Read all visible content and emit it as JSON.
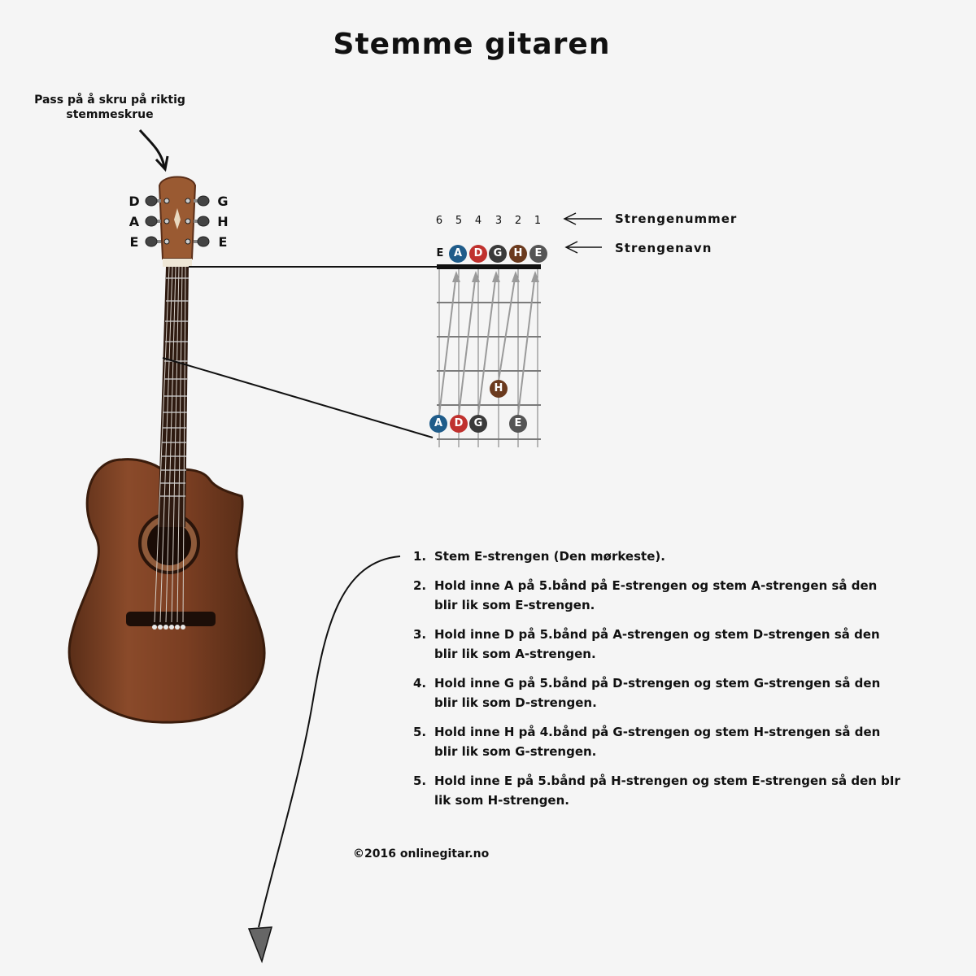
{
  "title": "Stemme gitaren",
  "note": "Pass på å skru på riktig stemmeskrue",
  "tuners": {
    "left": [
      "D",
      "A",
      "E"
    ],
    "right": [
      "G",
      "H",
      "E"
    ]
  },
  "labels": {
    "string_number": "Strengenummer",
    "string_name": "Strengenavn"
  },
  "string_numbers": [
    "6",
    "5",
    "4",
    "3",
    "2",
    "1"
  ],
  "open_strings": [
    {
      "name": "E",
      "color": ""
    },
    {
      "name": "A",
      "color": "#1f5c8a"
    },
    {
      "name": "D",
      "color": "#c0312e"
    },
    {
      "name": "G",
      "color": "#3a3a3a"
    },
    {
      "name": "H",
      "color": "#6b3a1e"
    },
    {
      "name": "E",
      "color": "#555555"
    }
  ],
  "fret_dots": [
    {
      "name": "A",
      "string": 6,
      "fret": 5,
      "color": "#1f5c8a"
    },
    {
      "name": "D",
      "string": 5,
      "fret": 5,
      "color": "#c0312e"
    },
    {
      "name": "G",
      "string": 4,
      "fret": 5,
      "color": "#3a3a3a"
    },
    {
      "name": "H",
      "string": 3,
      "fret": 4,
      "color": "#6b3a1e"
    },
    {
      "name": "E",
      "string": 2,
      "fret": 5,
      "color": "#555555"
    }
  ],
  "steps": [
    {
      "num": "1.",
      "text": "Stem E-strengen (Den mørkeste)."
    },
    {
      "num": "2.",
      "text": "Hold inne A på 5.bånd på E-strengen og stem A-strengen så den blir lik som E-strengen."
    },
    {
      "num": "3.",
      "text": "Hold inne D på 5.bånd på A-strengen og stem D-strengen så den blir lik som A-strengen."
    },
    {
      "num": "4.",
      "text": "Hold inne G på 5.bånd på D-strengen og stem G-strengen så den blir lik som D-strengen."
    },
    {
      "num": "5.",
      "text": "Hold inne H på 4.bånd på G-strengen og stem H-strengen så den blir lik som G-strengen."
    },
    {
      "num": "5.",
      "text": "Hold inne E på 5.bånd på H-strengen og stem E-strengen så den bIr lik som H-strengen."
    }
  ],
  "copyright": "©2016 onlinegitar.no"
}
